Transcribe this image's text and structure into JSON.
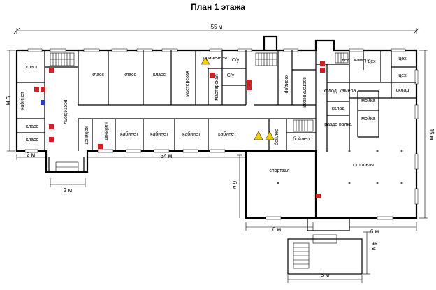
{
  "title": "План 1 этажа",
  "rooms": {
    "klass1": "класс",
    "klass2": "класс",
    "klass3": "класс",
    "klass4": "класс",
    "klass5": "класс",
    "klass6": "класс",
    "kabinet_left": "кабинет",
    "vestibul": "вестибюль",
    "masterskaya1": "мастерская",
    "masterskaya2": "мастерская",
    "pracheshnaya": "прачечная",
    "su1": "С/у",
    "su2": "С/у",
    "koridor": "коридор",
    "kastelyanskaya": "кастелянская",
    "kabinet_s1": "кабинет",
    "kabinet_s2": "кабинет",
    "kabinet_s3": "кабинет",
    "kabinet_s4": "кабинет",
    "kabinet_s5": "кабинет",
    "kabinet_s6": "кабинет",
    "boyler1": "бойлер",
    "boyler2": "бойлер",
    "sportzal": "спортзал",
    "stolovaya": "столовая",
    "ventkamera": "вент. камера",
    "tseh1": "цех",
    "tseh2": "цех",
    "tseh3": "цех",
    "sklad1": "склад",
    "sklad2": "склад",
    "holod": "холод. камера",
    "moika1": "мойка",
    "moika2": "мойка",
    "razdevalka": "разде валка"
  },
  "dimensions": {
    "total_length": "55 м",
    "left_depth": "9 м",
    "right_depth": "15 м",
    "entrance_left": "2 м",
    "entrance_width": "2 м",
    "corridor_span": "34 м",
    "sport_depth": "6 м",
    "bottom_span": "6 м",
    "right_bottom": "6 м",
    "stair_depth": "4 м",
    "stair_width": "5 м"
  },
  "colors": {
    "fire_marker": "#cc2222",
    "warning_marker": "#f2d000",
    "door_marker": "#2b3fbf"
  }
}
